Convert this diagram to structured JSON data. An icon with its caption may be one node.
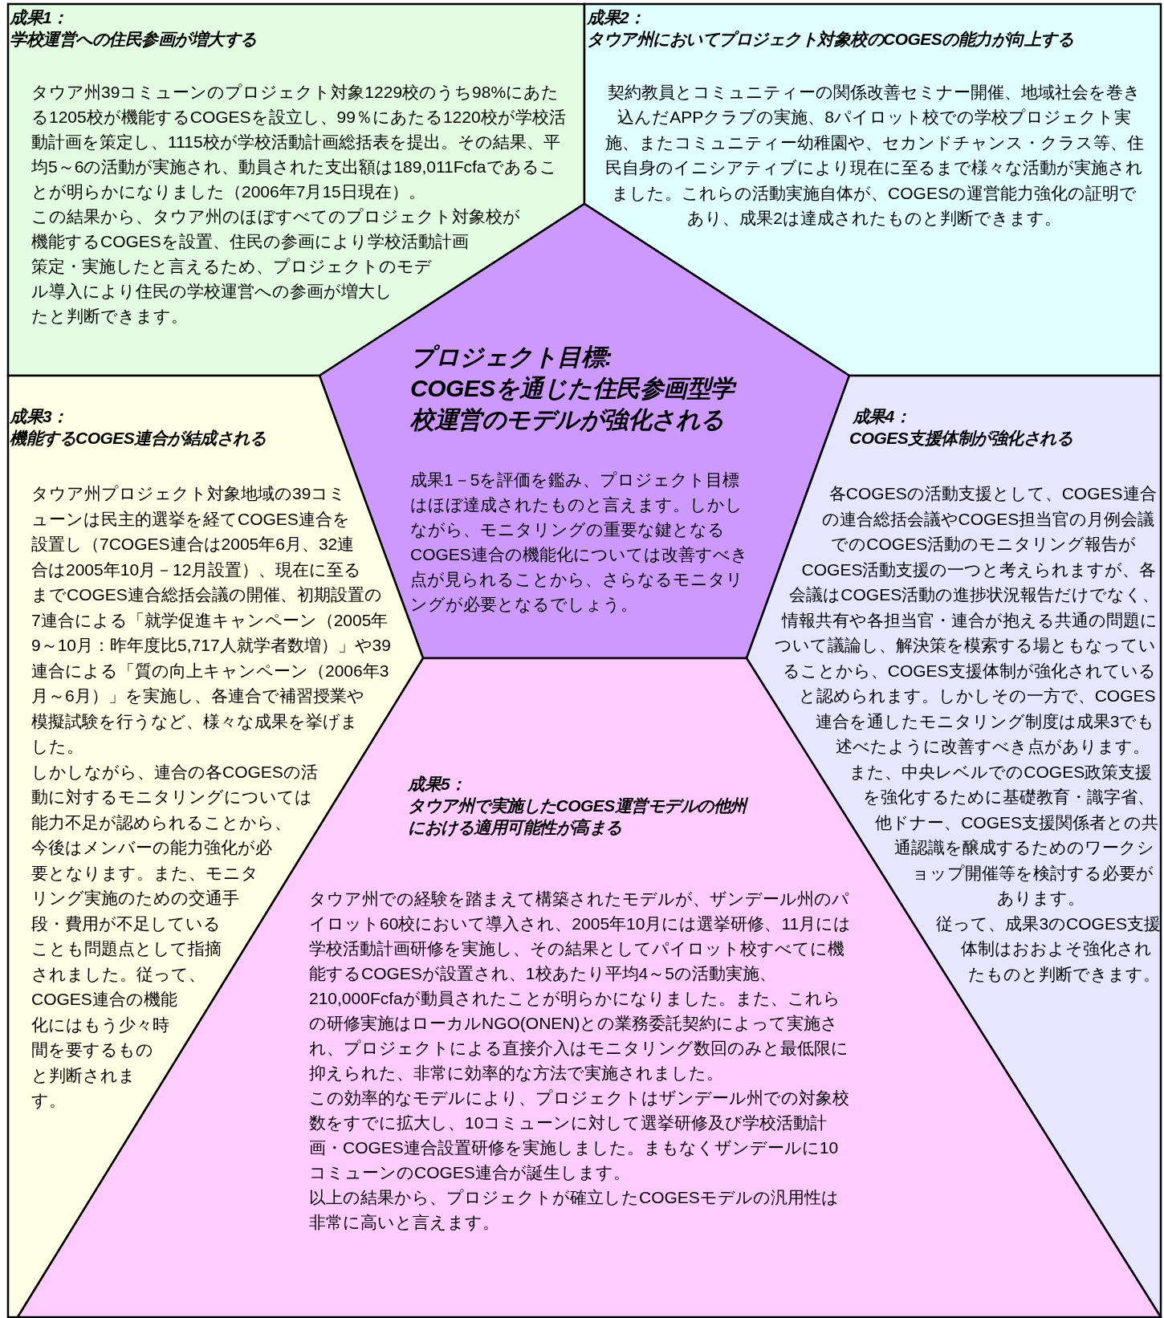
{
  "diagram": {
    "nodes": [
      {
        "text": [
          "成果1：",
          "学校運営への住民参画が増大する",
          "タウア州39コミューンのプロジェクト対象1229校のうち98%にあたる1205校が機能するCOGESを設立し、99％にあたる1220校が学校活動計画を策定し、1115校が学校活動計画総括表を提出。その結果、平均5～6の活動が実施され、動員された支出額は189,011Fcfaであることが明らかになりました（2006年7月15日現在）。",
          "この結果から、タウア州のほぼすべてのプロジェクト対象校が機能するCOGESを設置、住民の参画により学校活動計画策定・実施したと言えるため、プロジェクトのモデル導入により住民の学校運営への参画が増大したと判断できます。"
        ]
      },
      {
        "text": [
          "成果2：",
          "タウア州においてプロジェクト対象校のCOGESの能力が向上する",
          "契約教員とコミュニティーの関係改善セミナー開催、地域社会を巻き込んだAPPクラブの実施、8パイロット校での学校プロジェクト実施、またコミュニティー幼稚園や、セカンドチャンス・クラス等、住民自身のイニシアティブにより現在に至るまで様々な活動が実施されました。これらの活動実施自体が、COGESの運営能力強化の証明であり、成果2は達成されたものと判断できます。"
        ]
      },
      {
        "text": [
          "プロジェクト目標:",
          "COGESを通じた住民参画型学校運営のモデルが強化される",
          "成果1－5を評価を鑑み、プロジェクト目標はほぼ達成されたものと言えます。しかしながら、モニタリングの重要な鍵となるCOGES連合の機能化については改善すべき点が見られることから、さらなるモニタリングが必要となるでしょう。"
        ]
      },
      {
        "text": [
          "成果3：",
          "機能するCOGES連合が結成される",
          "タウア州プロジェクト対象地域の39コミューンは民主的選挙を経てCOGES連合を設置し（7COGES連合は2005年6月、32連合は2005年10月－12月設置）、現在に至るまでCOGES連合総括会議の開催、初期設置の7連合による「就学促進キャンペーン（2005年9～10月：昨年度比5,717人就学者数増）」や39連合による「質の向上キャンペーン（2006年3月～6月）」を実施し、各連合で補習授業や模擬試験を行うなど、様々な成果を挙げました。",
          "しかしながら、連合の各COGESの活動に対するモニタリングについては能力不足が認められることから、今後はメンバーの能力強化が必要となります。また、モニタリング実施のための交通手段・費用が不足していることも問題点として指摘されました。従って、COGES連合の機能化にはもう少々時間を要するものと判断されます。"
        ]
      },
      {
        "text": [
          "成果4：",
          "COGES支援体制が強化される",
          "各COGESの活動支援として、COGES連合の連合総括会議やCOGES担当官の月例会議でのCOGES活動のモニタリング報告がCOGES活動支援の一つと考えられますが、各会議はCOGES活動の進捗状況報告だけでなく、情報共有や各担当官・連合が抱える共通の問題について議論し、解決策を模索する場ともなっていることから、COGES支援体制が強化されていると認められます。しかしその一方で、COGES連合を通したモニタリング制度は成果3でも述べたように改善すべき点があります。",
          "また、中央レベルでのCOGES政策支援を強化するために基礎教育・識字省、他ドナー、COGES支援関係者との共通認識を醸成するためのワークショップ開催等を検討する必要があります。",
          "従って、成果3のCOGES支援体制はおおよそ強化されたものと判断できます。"
        ]
      },
      {
        "text": [
          "成果5：",
          "タウア州で実施したCOGES運営モデルの他州における適用可能性が高まる",
          "タウア州での経験を踏まえて構築されたモデルが、ザンデール州のパイロット60校において導入され、2005年10月には選挙研修、11月には学校活動計画研修を実施し、その結果としてパイロット校すべてに機能するCOGESが設置され、1校あたり平均4～5の活動実施、210,000Fcfaが動員されたことが明らかになりました。また、これらの研修実施はローカルNGO(ONEN)との業務委託契約によって実施され、プロジェクトによる直接介入はモニタリング数回のみと最低限に抑えられた、非常に効率的な方法で実施されました。",
          "この効率的なモデルにより、プロジェクトはザンデール州での対象校数をすでに拡大し、10コミューンに対して選挙研修及び学校活動計画・COGES連合設置研修を実施しました。まもなくザンデールに10コミューンのCOGES連合が誕生します。",
          "以上の結果から、プロジェクトが確立したCOGESモデルの汎用性は非常に高いと言えます。"
        ]
      }
    ]
  }
}
